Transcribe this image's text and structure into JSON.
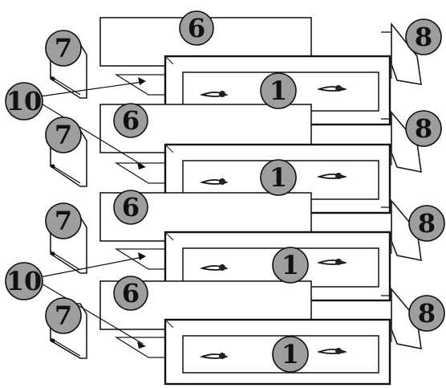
{
  "labels": {
    "drawer_front": "1",
    "drawer_back": "6",
    "side_left": "7",
    "side_right": "8",
    "drawer_bottom": "10"
  },
  "drawer_count": 4,
  "icons": [
    "drawer-front-panel",
    "drawer-handle-icon",
    "drawer-slide-runner",
    "drawer-bottom-panel"
  ]
}
